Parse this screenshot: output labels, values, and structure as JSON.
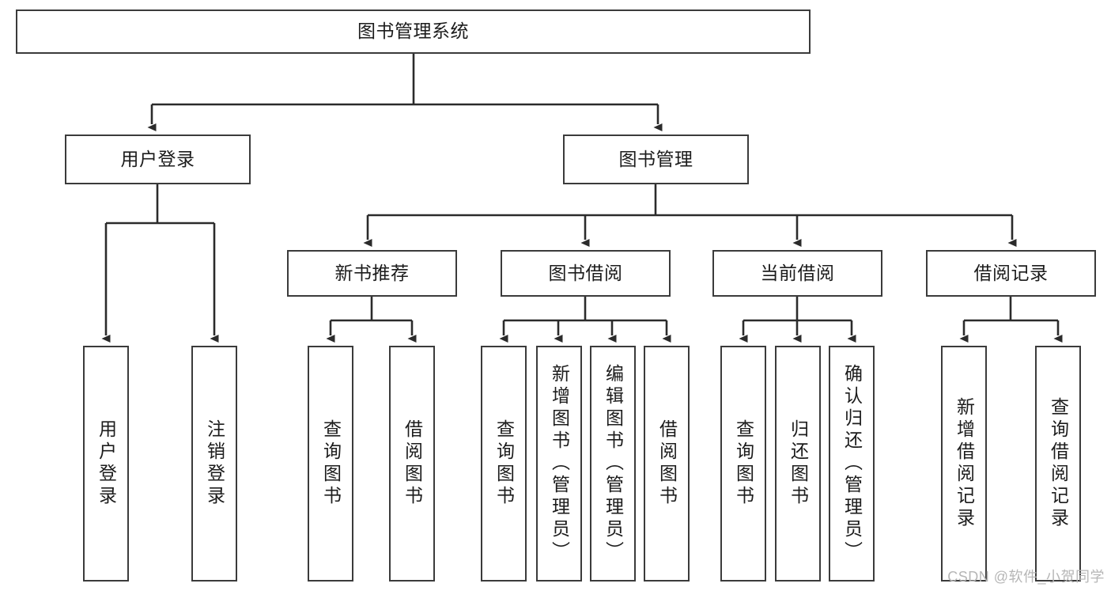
{
  "diagram": {
    "title": "图书管理系统",
    "watermark": "CSDN @软件_小贺同学",
    "style": {
      "border_color": "#3b3b3b",
      "text_color": "#1c1c1c",
      "background": "#ffffff",
      "line_color": "#2b2b2b",
      "watermark_color": "#b6b6b6"
    },
    "root": {
      "label": "图书管理系统"
    },
    "level2": [
      {
        "label": "用户登录"
      },
      {
        "label": "图书管理"
      }
    ],
    "level3": [
      {
        "label": "新书推荐"
      },
      {
        "label": "图书借阅"
      },
      {
        "label": "当前借阅"
      },
      {
        "label": "借阅记录"
      }
    ],
    "leaves": {
      "user_login": [
        {
          "label": "用户登录"
        },
        {
          "label": "注销登录"
        }
      ],
      "new_book_recommend": [
        {
          "label": "查询图书"
        },
        {
          "label": "借阅图书"
        }
      ],
      "book_borrow": [
        {
          "label": "查询图书"
        },
        {
          "label": "新增图书（管理员）"
        },
        {
          "label": "编辑图书（管理员）"
        },
        {
          "label": "借阅图书"
        }
      ],
      "current_borrow": [
        {
          "label": "查询图书"
        },
        {
          "label": "归还图书"
        },
        {
          "label": "确认归还（管理员）"
        }
      ],
      "borrow_record": [
        {
          "label": "新增借阅记录"
        },
        {
          "label": "查询借阅记录"
        }
      ]
    }
  }
}
